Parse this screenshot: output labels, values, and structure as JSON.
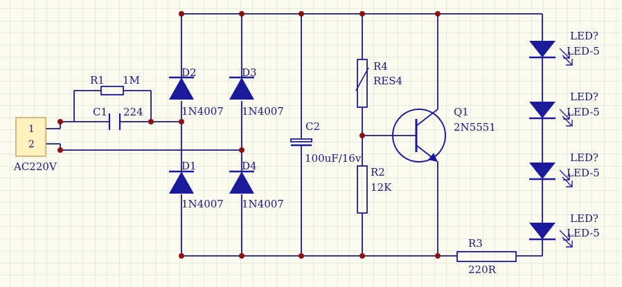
{
  "colors": {
    "background": "#fbfbef",
    "grid": "#d6d6d6",
    "wire": "#1a1a7a",
    "component": "#1a1a9a",
    "label": "#1a1a7a",
    "junction": "#8b1010",
    "connector_fill": "#fff2c0",
    "connector_stroke": "#c8a860"
  },
  "connector": {
    "designator": "AC220V",
    "pins": [
      "1",
      "2"
    ]
  },
  "r1": {
    "designator": "R1",
    "value": "1M"
  },
  "c1": {
    "designator": "C1",
    "value": "224"
  },
  "d1": {
    "designator": "D1",
    "value": "1N4007"
  },
  "d2": {
    "designator": "D2",
    "value": "1N4007"
  },
  "d3": {
    "designator": "D3",
    "value": "1N4007"
  },
  "d4": {
    "designator": "D4",
    "value": "1N4007"
  },
  "c2": {
    "designator": "C2",
    "value": "100uF/16v"
  },
  "r4": {
    "designator": "R4",
    "value": "RES4"
  },
  "r2": {
    "designator": "R2",
    "value": "12K"
  },
  "q1": {
    "designator": "Q1",
    "value": "2N5551"
  },
  "r3": {
    "designator": "R3",
    "value": "220R"
  },
  "leds": [
    {
      "designator": "LED?",
      "value": "LED-5"
    },
    {
      "designator": "LED?",
      "value": "LED-5"
    },
    {
      "designator": "LED?",
      "value": "LED-5"
    },
    {
      "designator": "LED?",
      "value": "LED-5"
    }
  ]
}
